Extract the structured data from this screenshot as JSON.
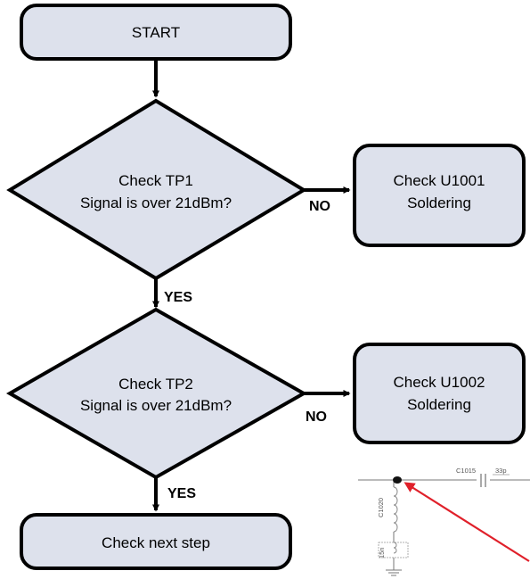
{
  "flowchart": {
    "colors": {
      "fill": "#dde1ec",
      "stroke": "#000000",
      "pointer": "#e0202a"
    },
    "start": {
      "label": "START"
    },
    "decision1": {
      "line1": "Check TP1",
      "line2": "Signal is over 21dBm?"
    },
    "action1": {
      "line1": "Check U1001",
      "line2": "Soldering"
    },
    "decision2": {
      "line1": "Check TP2",
      "line2": "Signal is over 21dBm?"
    },
    "action2": {
      "line1": "Check U1002",
      "line2": "Soldering"
    },
    "end": {
      "label": "Check next step"
    },
    "edges": {
      "no1": "NO",
      "yes1": "YES",
      "no2": "NO",
      "yes2": "YES"
    }
  },
  "schematic": {
    "capacitor_ref": "C1015",
    "capacitor_value": "33p",
    "inductor_ref": "C1020",
    "inductor_value": "15n"
  }
}
